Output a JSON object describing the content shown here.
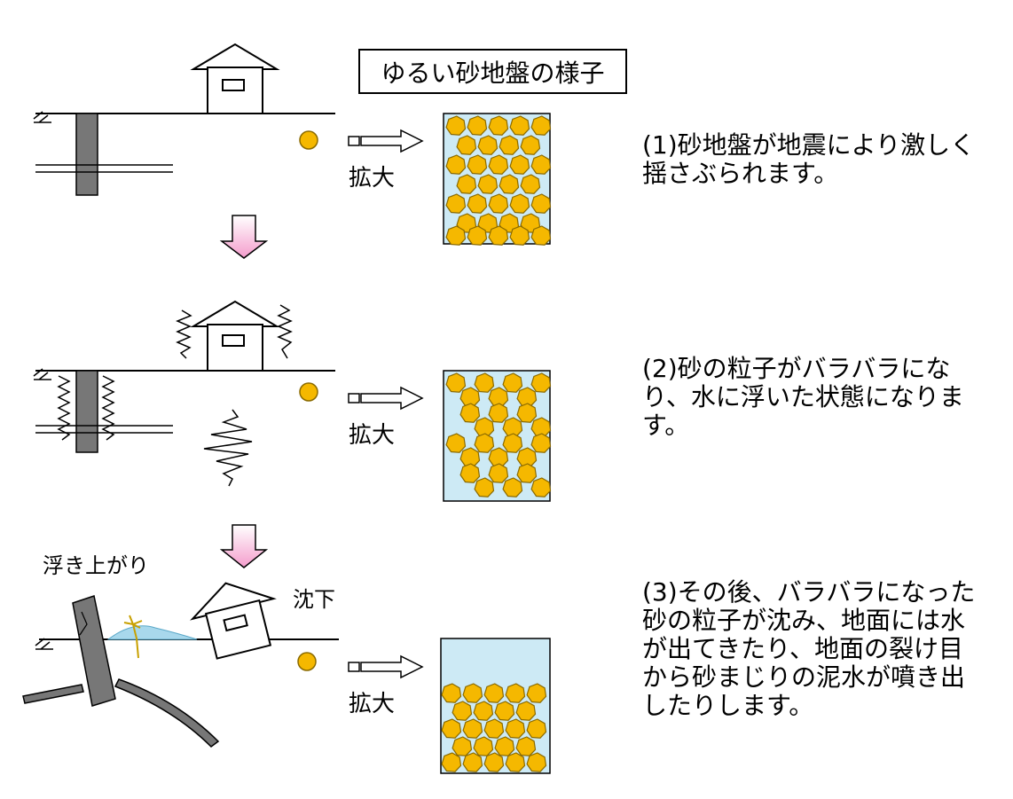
{
  "title": "ゆるい砂地盤の様子",
  "magnify_label": "拡大",
  "steps": [
    {
      "description": "(1)砂地盤が地震により激しく\n揺さぶられます。"
    },
    {
      "description": "(2)砂の粒子がバラバラにな\nり、水に浮いた状態になりま\nす。"
    },
    {
      "description": "(3)その後、バラバラになった\n砂の粒子が沈み、地面には水\nが出てきたり、地面の裂け目\nから砂まじりの泥水が噴き出\nしたりします。"
    }
  ],
  "labels": {
    "floating": "浮き上がり",
    "subsidence": "沈下"
  },
  "colors": {
    "grain_fill": "#f5b800",
    "grain_stroke": "#8a6a00",
    "water": "#cdeaf5",
    "arrow_pink": "#f7a8d2",
    "pile_gray": "#777777",
    "pool_blue": "#a8d8ec"
  }
}
